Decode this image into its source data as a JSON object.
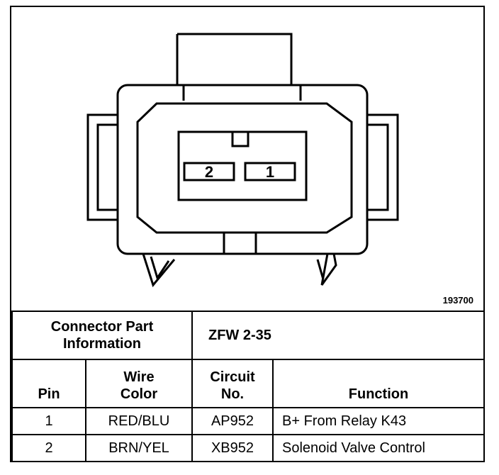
{
  "figure_id": "193700",
  "pins_in_cavity": [
    "2",
    "1"
  ],
  "connector_info": {
    "label_line1": "Connector Part",
    "label_line2": "Information",
    "value": "ZFW 2-35"
  },
  "headers": {
    "pin": "Pin",
    "wire_line1": "Wire",
    "wire_line2": "Color",
    "circuit_line1": "Circuit",
    "circuit_line2": "No.",
    "function": "Function"
  },
  "rows": [
    {
      "pin": "1",
      "wire_color": "RED/BLU",
      "circuit": "AP952",
      "function": "B+ From Relay K43"
    },
    {
      "pin": "2",
      "wire_color": "BRN/YEL",
      "circuit": "XB952",
      "function": "Solenoid Valve Control"
    }
  ]
}
